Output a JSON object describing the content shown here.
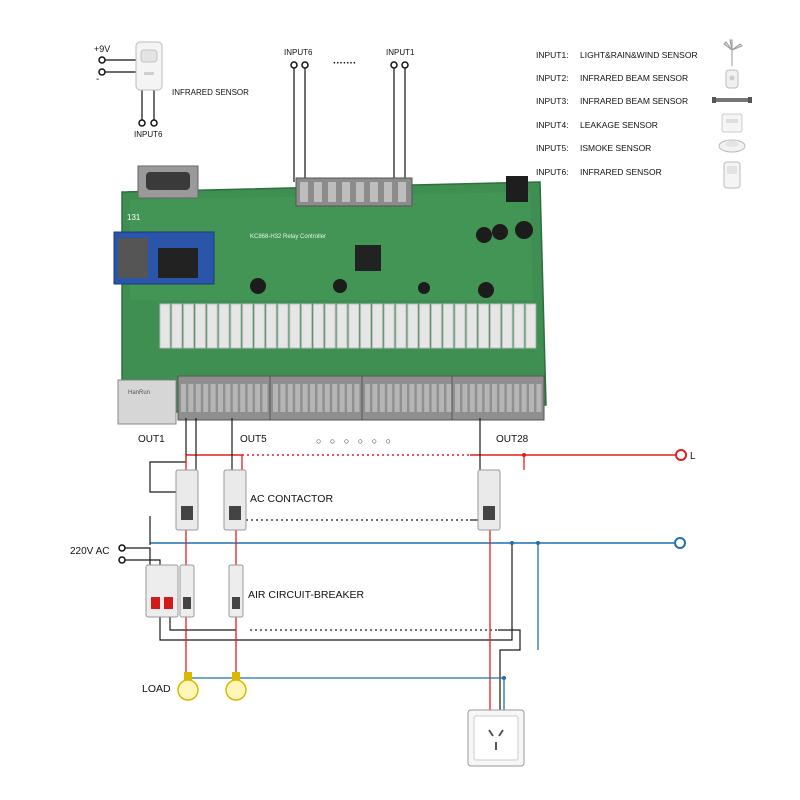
{
  "colors": {
    "live": "#e02020",
    "neutral": "#1f6fae",
    "wire": "#1a1a1a",
    "board": "#3f8f52",
    "board_dark": "#2f6e3e",
    "relay": "#e6e6e6",
    "terminal": "#8f8f8f",
    "breaker": "#e8e8e8",
    "breaker_red": "#d31a1a",
    "bulb": "#f2d63a"
  },
  "pir_sensor": {
    "label": "INFRARED SENSOR",
    "power_label": "+9V",
    "minus_label": "-",
    "input_label": "INPUT6"
  },
  "board_inputs": {
    "left_label": "INPUT6",
    "right_label": "INPUT1",
    "ellipsis": "·······"
  },
  "legend": [
    {
      "input": "INPUT1:",
      "sensor": "LIGHT&RAIN&WIND SENSOR",
      "icon": "wind-sensor-icon"
    },
    {
      "input": "INPUT2:",
      "sensor": "INFRARED BEAM SENSOR",
      "icon": "beam-sensor-icon"
    },
    {
      "input": "INPUT3:",
      "sensor": "INFRARED BEAM SENSOR",
      "icon": "beam-bar-icon"
    },
    {
      "input": "INPUT4:",
      "sensor": "LEAKAGE SENSOR",
      "icon": "leakage-sensor-icon"
    },
    {
      "input": "INPUT5:",
      "sensor": "ISMOKE SENSOR",
      "icon": "smoke-sensor-icon"
    },
    {
      "input": "INPUT6:",
      "sensor": "INFRARED SENSOR",
      "icon": "pir-sensor-icon"
    }
  ],
  "board": {
    "model_text": "KC868-H32 Relay Controller",
    "chip_label": "131",
    "ethernet_label": "HanRun"
  },
  "outputs": {
    "out1": "OUT1",
    "out5": "OUT5",
    "out28": "OUT28",
    "dots": "○ ○ ○ ○ ○ ○"
  },
  "lines": {
    "live": "L",
    "supply": "220V AC"
  },
  "labels": {
    "contactor": "AC CONTACTOR",
    "breaker": "AIR CIRCUIT-BREAKER",
    "load": "LOAD"
  }
}
